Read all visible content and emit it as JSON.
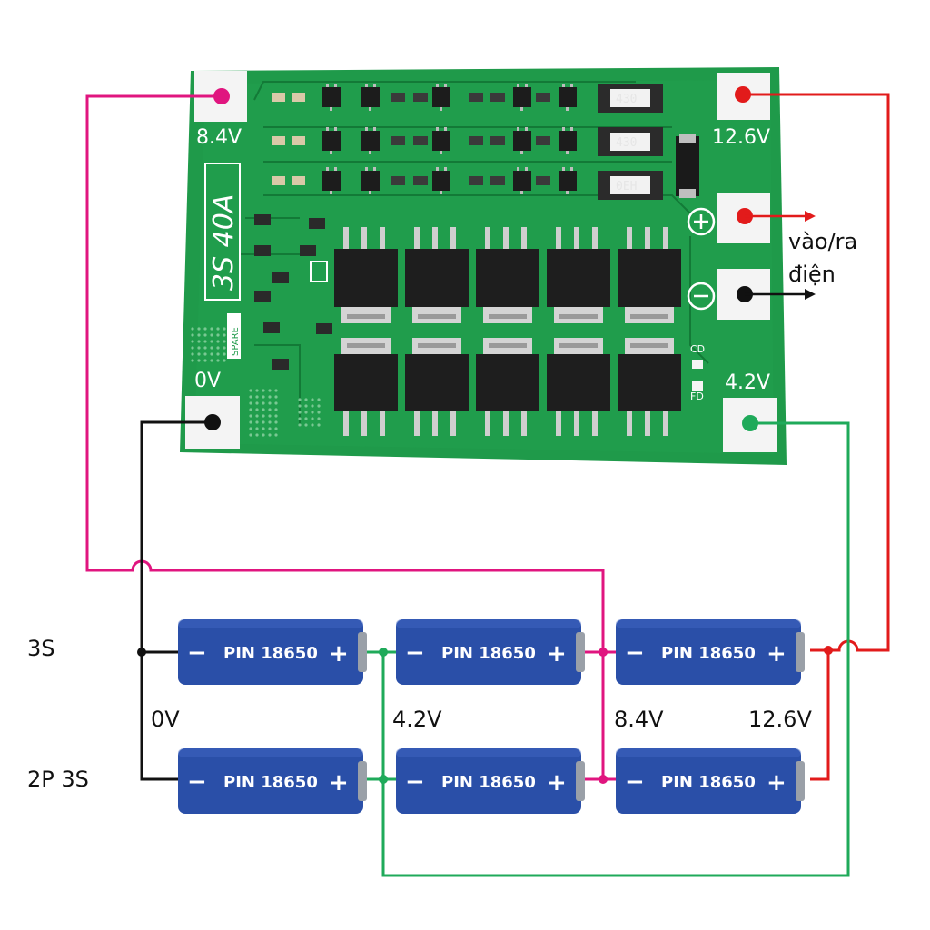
{
  "board": {
    "model_label": "3S 40A",
    "pad_labels": {
      "b_minus": "0V",
      "b1": "4.2V",
      "b2": "8.4V",
      "b_plus": "12.6V"
    },
    "silk": {
      "spare": "SPARE",
      "cd": "CD",
      "fd": "FD"
    },
    "resistor_codes": [
      "430",
      "430",
      "0EH"
    ]
  },
  "annotation": {
    "line1": "vào/ra",
    "line2": "điện"
  },
  "rows": [
    {
      "label": "3S"
    },
    {
      "label": "2P 3S"
    }
  ],
  "voltages": [
    "0V",
    "4.2V",
    "8.4V",
    "12.6V"
  ],
  "cell_label": "PIN 18650",
  "colors": {
    "pcb": "#1f9a4a",
    "pcb_dark": "#137a37",
    "cell": "#2a4fa8",
    "wire_b2": "#e0157f",
    "wire_bplus": "#e21b1b",
    "wire_b1": "#1faa5a",
    "wire_bminus": "#111111"
  }
}
